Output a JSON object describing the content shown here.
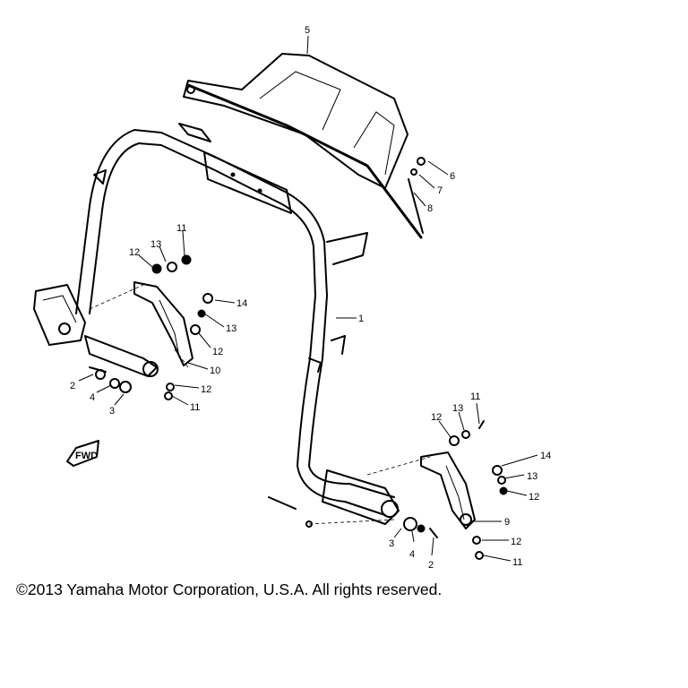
{
  "callouts": {
    "c1": "1",
    "c2a": "2",
    "c2b": "2",
    "c3a": "3",
    "c3b": "3",
    "c4a": "4",
    "c4b": "4",
    "c5": "5",
    "c6": "6",
    "c7": "7",
    "c8": "8",
    "c9": "9",
    "c10": "10",
    "c11a": "11",
    "c11b": "11",
    "c11c": "11",
    "c11d": "11",
    "c12a": "12",
    "c12b": "12",
    "c12c": "12",
    "c12d": "12",
    "c12e": "12",
    "c12f": "12",
    "c13a": "13",
    "c13b": "13",
    "c13c": "13",
    "c13d": "13",
    "c14a": "14",
    "c14b": "14"
  },
  "fwd_label": "FWD",
  "copyright": "©2013 Yamaha Motor Corporation, U.S.A. All rights reserved."
}
